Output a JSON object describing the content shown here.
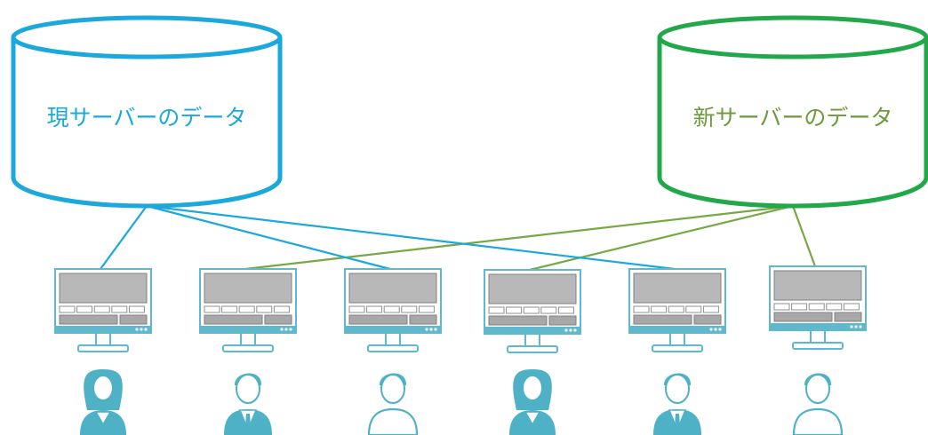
{
  "servers": {
    "current": {
      "label": "現サーバーのデータ",
      "color": "#1ba8dc"
    },
    "new": {
      "label": "新サーバーのデータ",
      "color": "#21a84a",
      "text_color": "#6b9a3c"
    }
  },
  "link_colors": {
    "current": "#1ba8dc",
    "new": "#78a845"
  },
  "monitor_colors": {
    "frame": "#5fb8cc",
    "screen": "#b8b8b8",
    "key": "#a8a8a8",
    "dot": "#5fb8cc"
  },
  "user_color": "#4fb1c6",
  "workstations": [
    {
      "user": "female",
      "connected_to": "current"
    },
    {
      "user": "male-suit",
      "connected_to": "new"
    },
    {
      "user": "male",
      "connected_to": "current"
    },
    {
      "user": "female",
      "connected_to": "new"
    },
    {
      "user": "male-suit",
      "connected_to": "current"
    },
    {
      "user": "male",
      "connected_to": "new"
    }
  ]
}
